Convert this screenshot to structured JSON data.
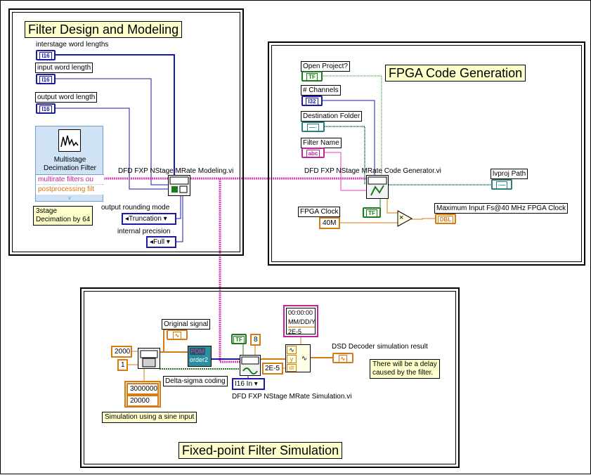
{
  "sections": {
    "design": "Filter Design and Modeling",
    "fpga": "FPGA Code Generation",
    "sim": "Fixed-point Filter Simulation"
  },
  "labels": {
    "interstage": "interstage word lengths",
    "input_wl": "input word length",
    "output_wl": "output word length",
    "output_rounding": "output rounding mode",
    "internal_precision": "internal precision",
    "modeling_vi": "DFD FXP NStage MRate Modeling.vi",
    "open_project": "Open Project?",
    "channels": "# Channels",
    "dest_folder": "Destination Folder",
    "filter_name": "Filter Name",
    "codegen_vi": "DFD FXP NStage MRate Code Generator.vi",
    "lvproj": "lvproj Path",
    "fpga_clock": "FPGA Clock",
    "max_input": "Maximum Input Fs@40 MHz FPGA Clock",
    "original_signal": "Original signal",
    "dsd_result": "DSD Decoder simulation result",
    "delta_sigma": "Delta-sigma coding",
    "sim_vi": "DFD FXP NStage MRate Simulation.vi"
  },
  "controls": {
    "i16": "I16",
    "i32": "I32",
    "tf": "TF",
    "abc": "abc",
    "dbl": "DBL"
  },
  "express": {
    "title_line1": "Multistage",
    "title_line2": "Decimation Filter",
    "out1": "multirate filters ou",
    "out2": "postprocessing filt"
  },
  "comments": {
    "stage": "3stage\nDecimation by 64",
    "sine": "Simulation using a sine input",
    "delay": "There will be a delay\ncaused by the filter."
  },
  "consts": {
    "rounding": "Truncation",
    "precision": "Full",
    "clock": "40M",
    "n2000": "2000",
    "n1": "1",
    "n3000000": "3000000",
    "n20000": "20000",
    "n8": "8",
    "e5": "2E-5",
    "i16in": "I16 In",
    "time1": "00:00:00",
    "time2": "MM/DD/Y",
    "e5b": "2E-5",
    "pdm1": "PDM",
    "pdm2": "order2"
  },
  "glyphs": {
    "y": "y",
    "dt": "dt",
    "times": "×"
  },
  "colors": {
    "fxp_wire": "#e040c0",
    "int_wire": "#1a1aa6",
    "bool_wire": "#1b7a1b",
    "path_wire": "#2a7f7f",
    "num_wire": "#d77a10",
    "comment_bg": "#ffffcc"
  }
}
